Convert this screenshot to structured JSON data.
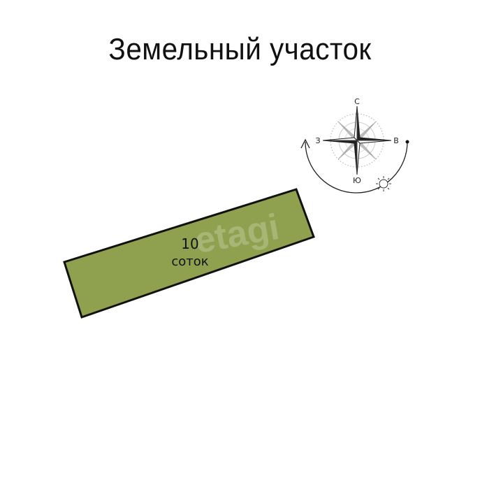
{
  "title": "Земельный участок",
  "plot": {
    "area_value": "10",
    "area_unit": "соток",
    "fill_color": "#8fa04f",
    "stroke_color": "#111111"
  },
  "compass": {
    "north": "С",
    "south": "Ю",
    "west": "З",
    "east": "В"
  },
  "watermark": "etagi"
}
